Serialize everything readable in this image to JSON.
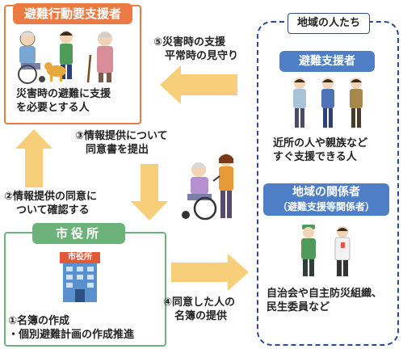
{
  "colors": {
    "orange": "#ec7a43",
    "green": "#6db27a",
    "blue": "#4e7fc6",
    "arrow": "#f7cf7a",
    "dashed_border": "#2e4a8e"
  },
  "left_top": {
    "title": "避難行動要支援者",
    "desc_line1": "災害時の避難に支援",
    "desc_line2": "を必要とする人"
  },
  "city_hall": {
    "title": "市役所",
    "sign": "市役所",
    "item1": "①名簿の作成",
    "item2": "・個別避難計画の作成推進"
  },
  "right_panel": {
    "title": "地域の人たち",
    "supporters": {
      "title": "避難支援者",
      "desc_line1": "近所の人や親族など",
      "desc_line2": "すぐ支援できる人"
    },
    "stakeholders": {
      "title_line1": "地域の関係者",
      "title_line2": "（避難支援等関係者）",
      "desc_line1": "自治会や自主防災組織、",
      "desc_line2": "民生委員など"
    }
  },
  "steps": {
    "s5_line1": "⑤災害時の支援",
    "s5_line2": "平常時の見守り",
    "s3_line1": "③情報提供について",
    "s3_line2": "同意書を提出",
    "s2_line1": "②情報提供の同意に",
    "s2_line2": "ついて確認する",
    "s4_line1": "④同意した人の",
    "s4_line2": "名簿の提供"
  }
}
